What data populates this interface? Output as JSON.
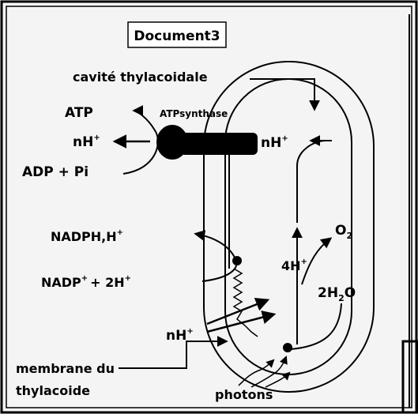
{
  "document_title": "Document3",
  "labels": {
    "cavite": "cavité thylacoidale",
    "atp": "ATP",
    "atp_synthase": "ATPsynthase",
    "nh_left": "nH",
    "nh_right": "nH",
    "adp_pi": "ADP + Pi",
    "nadph": "NADPH,H",
    "nadp": "NADP",
    "nadp_suffix": "+ 2H",
    "four_h": "4H",
    "o2": "O",
    "o2_sub": "2",
    "two_h2o_a": "2H",
    "two_h2o_sub": "2",
    "two_h2o_b": "O",
    "nh_bottom": "nH",
    "membrane_1": "membrane du",
    "membrane_2": "thylacoide",
    "photons": "photons"
  },
  "superscripts": {
    "plus": "+"
  },
  "colors": {
    "ink": "#000000",
    "background": "#f4f4f4",
    "title_box": "#ffffff"
  }
}
